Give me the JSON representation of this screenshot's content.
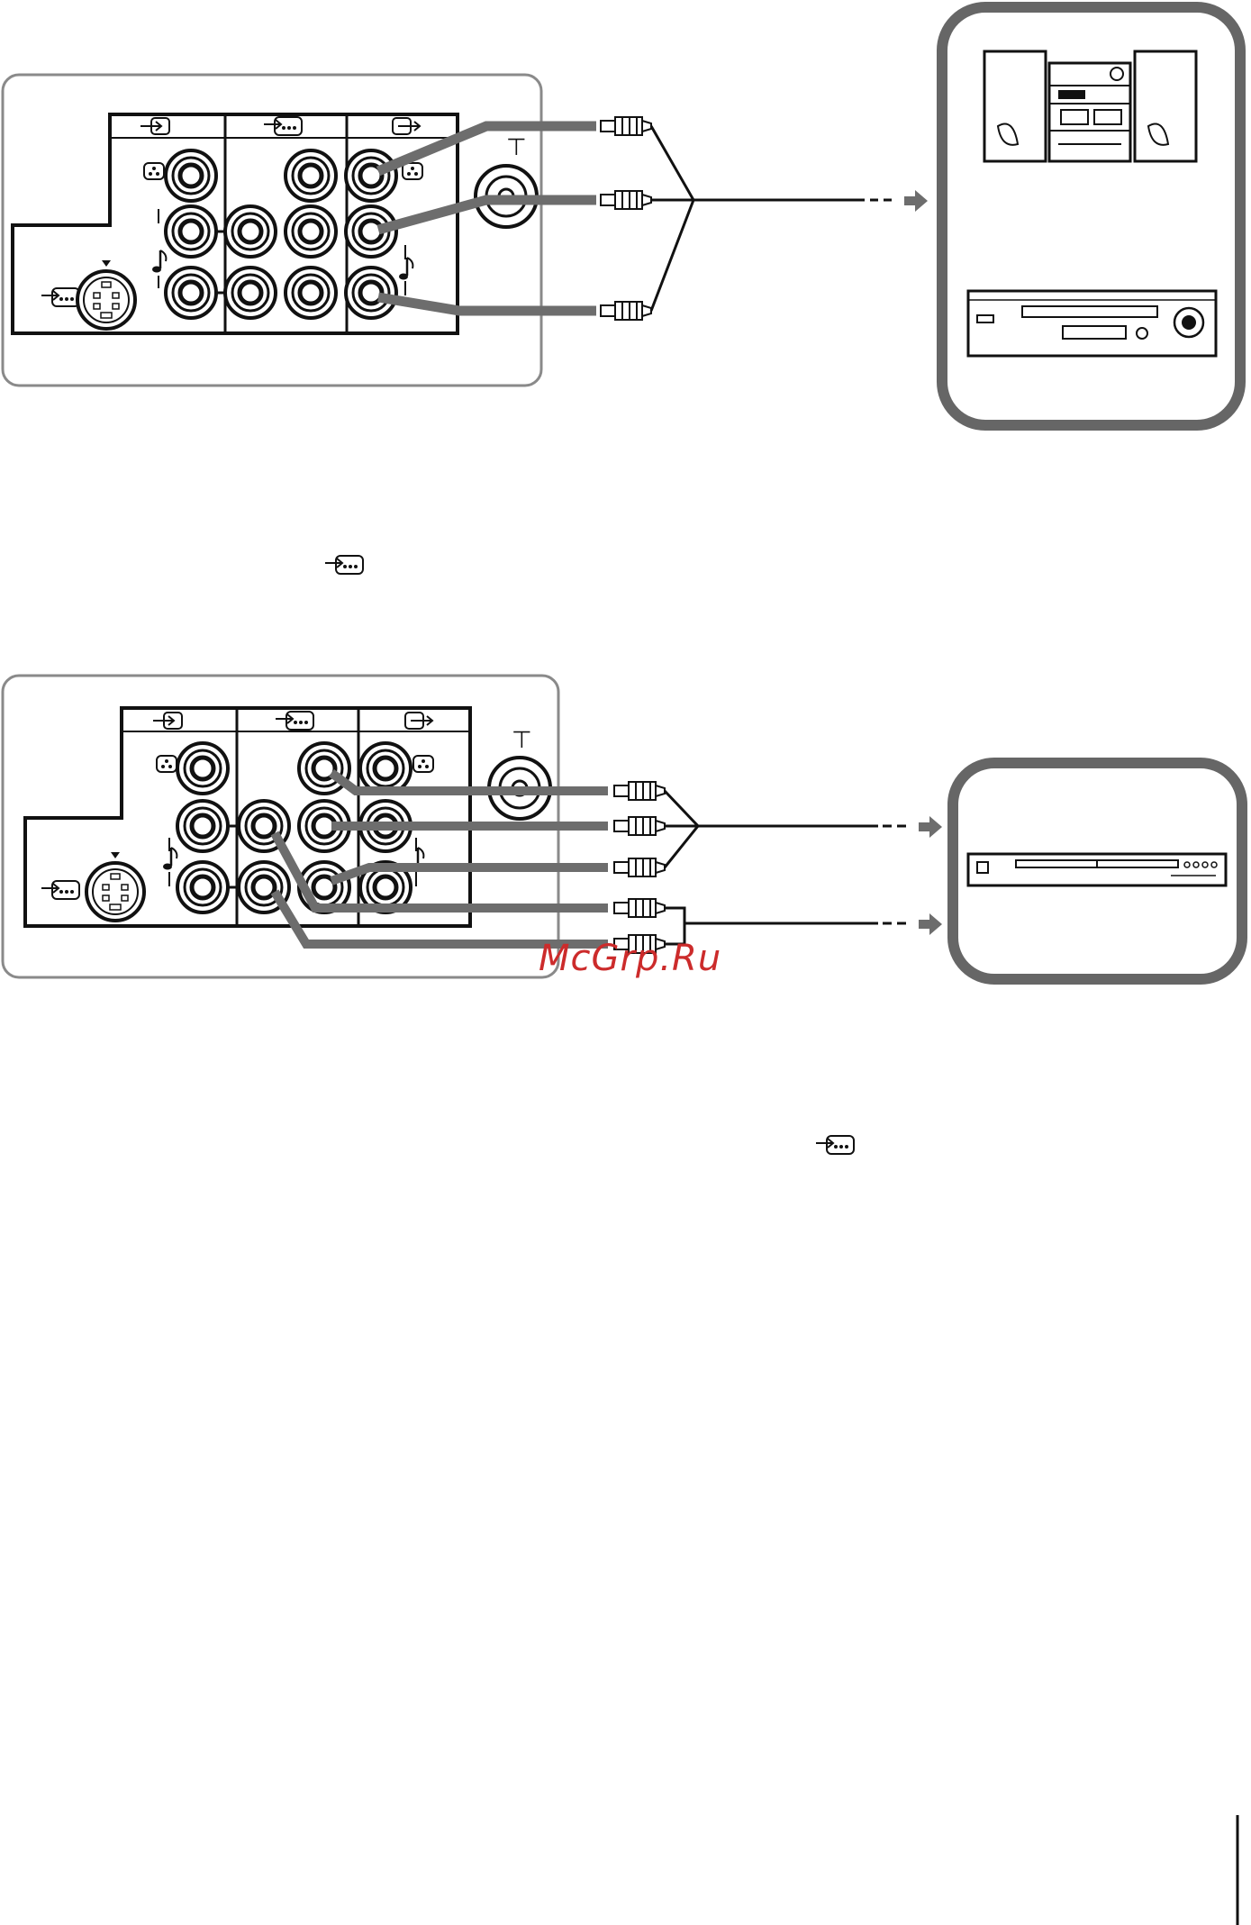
{
  "watermark": "McGrp.Ru",
  "symbols": {
    "input_icon": "input-arrow-icon",
    "monitor_icon": "monitor-dots-icon",
    "output_icon": "output-arrow-icon",
    "antenna_icon": "antenna-icon",
    "audio_icon": "music-note-icon",
    "component_icon": "component-video-icon"
  },
  "colors": {
    "cable": "#6d6d6d",
    "panel_border": "#8a8a8a",
    "device_border": "#666666",
    "ink": "#111111",
    "watermark": "#cc2b2b"
  },
  "diagrams": [
    {
      "panel": "tv-rear-panel-top",
      "connected_devices": [
        "audio-system-icon",
        "vcr-icon"
      ],
      "cable": "three-rca-cable"
    },
    {
      "panel": "tv-rear-panel-bottom",
      "connected_devices": [
        "dvd-player-icon"
      ],
      "cable": "component-and-audio-cables"
    }
  ]
}
